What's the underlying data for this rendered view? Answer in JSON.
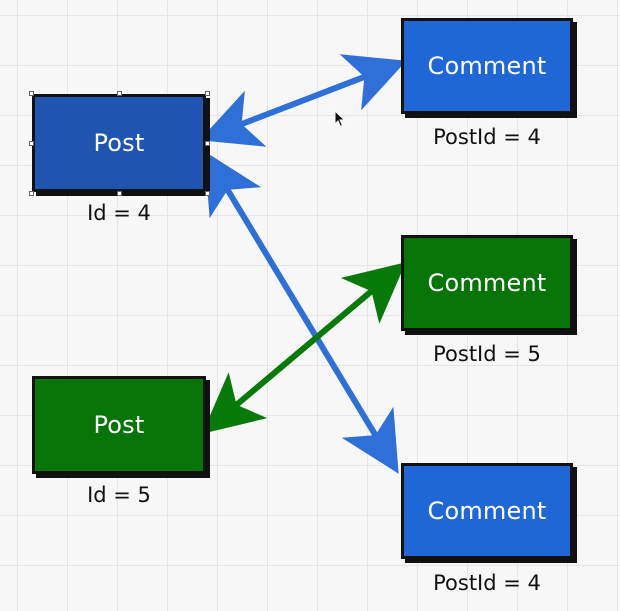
{
  "nodes": {
    "post1": {
      "title": "Post",
      "caption": "Id = 4"
    },
    "post2": {
      "title": "Post",
      "caption": "Id = 5"
    },
    "comment1": {
      "title": "Comment",
      "caption": "PostId = 4"
    },
    "comment2": {
      "title": "Comment",
      "caption": "PostId = 5"
    },
    "comment3": {
      "title": "Comment",
      "caption": "PostId = 4"
    }
  },
  "colors": {
    "blue_node": "#1f66d6",
    "selected_blue_node": "#1f54b0",
    "green_node": "#067406",
    "blue_connector": "#2f6fd8",
    "green_connector": "#087a0a"
  },
  "icons": {
    "pointer": "mouse-pointer-icon"
  }
}
